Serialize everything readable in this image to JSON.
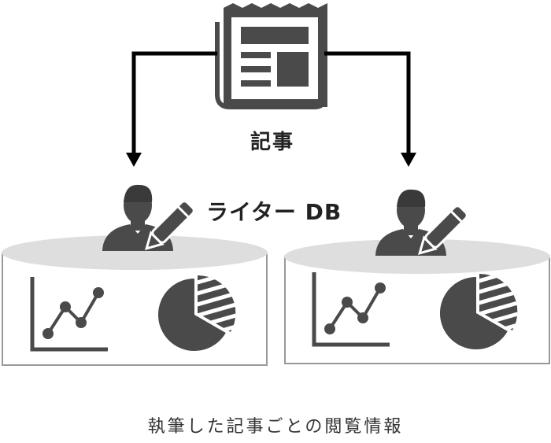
{
  "diagram": {
    "source_label": "記事",
    "target_label": "ライター DB",
    "caption": "執筆した記事ごとの閲覧情報"
  },
  "icons": [
    "newspaper-icon",
    "writer-icon",
    "line-chart-icon",
    "pie-chart-icon"
  ],
  "colors": {
    "icon": "#4a4a4a",
    "arrow": "#000000",
    "disk_top": "#dedede",
    "disk_border": "#999999"
  }
}
